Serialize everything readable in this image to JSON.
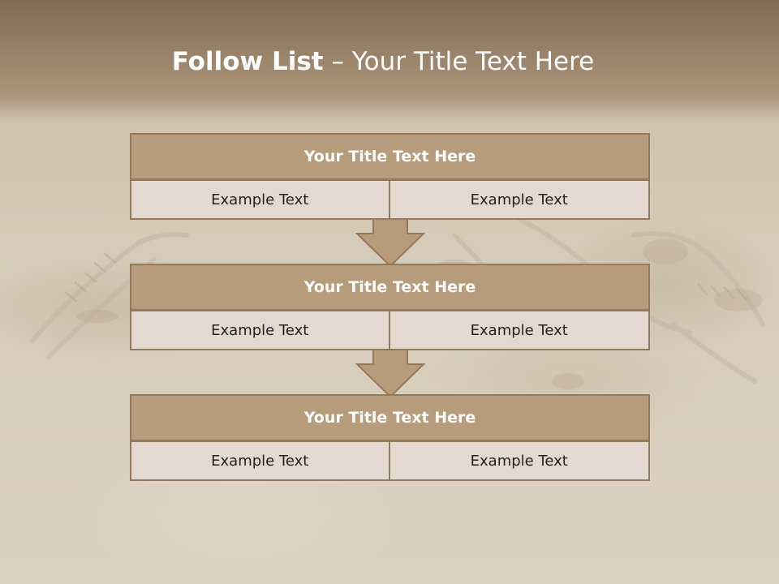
{
  "title": {
    "bold": "Follow List",
    "rest": " – Your Title Text Here"
  },
  "steps": [
    {
      "heading": "Your Title Text Here",
      "cells": [
        "Example Text",
        "Example Text"
      ]
    },
    {
      "heading": "Your Title Text Here",
      "cells": [
        "Example Text",
        "Example Text"
      ]
    },
    {
      "heading": "Your Title Text Here",
      "cells": [
        "Example Text",
        "Example Text"
      ]
    }
  ],
  "colors": {
    "title_band": "#8f7a61",
    "heading_fill": "#b79c7b",
    "cell_fill": "#e4d9d1",
    "border": "#94795a",
    "arrow_fill": "#b79c7b"
  }
}
